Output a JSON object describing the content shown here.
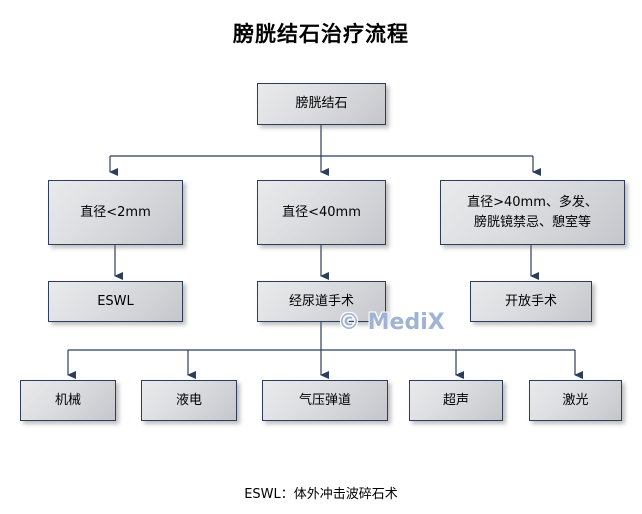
{
  "title": "膀胱结石治疗流程",
  "watermark": "© MediX",
  "footnote": "ESWL：体外冲击波碎石术",
  "colors": {
    "background": "#ffffff",
    "node_border": "#2b3f5c",
    "node_fill_light": "#e9eaec",
    "node_fill_dark": "#c4c6cb",
    "connector": "#2b3f5c",
    "watermark": "#9fb4d4",
    "text": "#000000"
  },
  "flowchart": {
    "type": "flowchart",
    "orientation": "top-down",
    "nodes": [
      {
        "id": "root",
        "label": "膀胱结石",
        "level": 0
      },
      {
        "id": "d2",
        "label": "直径<2mm",
        "level": 1
      },
      {
        "id": "d40",
        "label": "直径<40mm",
        "level": 1
      },
      {
        "id": "dbig",
        "label": "直径>40mm、多发、\n膀胱镜禁忌、憩室等",
        "level": 1
      },
      {
        "id": "eswl",
        "label": "ESWL",
        "level": 2
      },
      {
        "id": "transureth",
        "label": "经尿道手术",
        "level": 2
      },
      {
        "id": "open",
        "label": "开放手术",
        "level": 2
      },
      {
        "id": "mech",
        "label": "机械",
        "level": 3
      },
      {
        "id": "electro",
        "label": "液电",
        "level": 3
      },
      {
        "id": "pneumatic",
        "label": "气压弹道",
        "level": 3
      },
      {
        "id": "ultrasound",
        "label": "超声",
        "level": 3
      },
      {
        "id": "laser",
        "label": "激光",
        "level": 3
      }
    ],
    "edges": [
      {
        "from": "root",
        "to": "d2"
      },
      {
        "from": "root",
        "to": "d40"
      },
      {
        "from": "root",
        "to": "dbig"
      },
      {
        "from": "d2",
        "to": "eswl"
      },
      {
        "from": "d40",
        "to": "transureth"
      },
      {
        "from": "dbig",
        "to": "open"
      },
      {
        "from": "transureth",
        "to": "mech"
      },
      {
        "from": "transureth",
        "to": "electro"
      },
      {
        "from": "transureth",
        "to": "pneumatic"
      },
      {
        "from": "transureth",
        "to": "ultrasound"
      },
      {
        "from": "transureth",
        "to": "laser"
      }
    ]
  }
}
